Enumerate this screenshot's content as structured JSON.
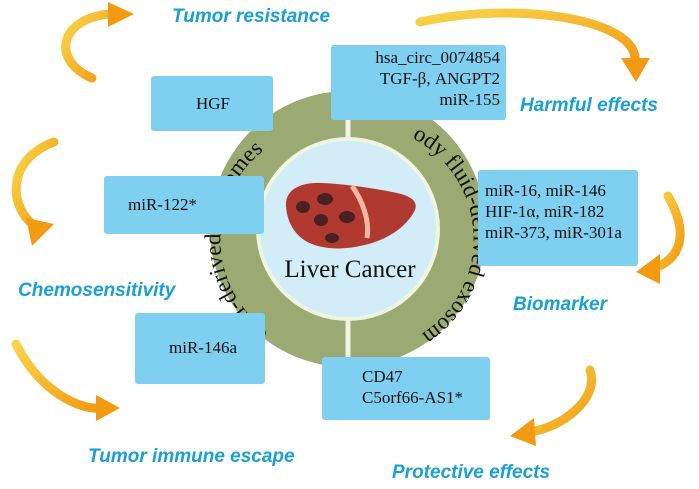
{
  "center": {
    "label": "Liver Cancer"
  },
  "ring": {
    "left_label": "Cell-derived exosomes",
    "right_label": "Body fluid-derived exosomes"
  },
  "boxes": {
    "hgf": [
      "HGF"
    ],
    "harmful": [
      "hsa_circ_0074854",
      "TGF-β, ANGPT2",
      "miR-155"
    ],
    "mir122": [
      "miR-122*"
    ],
    "biomarker": [
      "miR-16, miR-146",
      "HIF-1α, miR-182",
      "miR-373,  miR-301a"
    ],
    "mir146a": [
      "miR-146a"
    ],
    "protective": [
      "CD47",
      "C5orf66-AS1*"
    ]
  },
  "effects": {
    "tumor_resistance": "Tumor resistance",
    "harmful_effects": "Harmful effects",
    "chemosensitivity": "Chemosensitivity",
    "biomarker": "Biomarker",
    "tumor_immune_escape": "Tumor immune escape",
    "protective_effects": "Protective effects"
  },
  "colors": {
    "ring": "#9aaa72",
    "ring_divider": "#f1f3e6",
    "inner_circle": "#d2ecf8",
    "box": "#7fd0f0",
    "effect_text": "#1a9fd6",
    "arrow": "#f4b21a",
    "liver": "#b03a30"
  }
}
